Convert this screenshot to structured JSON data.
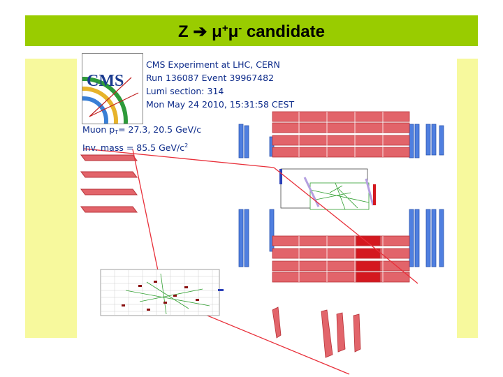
{
  "slide": {
    "title_main": "Z ",
    "title_arrow": "➔",
    "title_mu1": " μ",
    "title_plus": "+",
    "title_mu2": "μ",
    "title_minus": "-",
    "title_tail": " candidate"
  },
  "colors": {
    "title_bar": "#99cc00",
    "side_panel": "#f7f99d",
    "info_text": "#0d2b8a",
    "muon_track": "#e8303a",
    "muon_chamber_blue": "#4f7fe0",
    "muon_chamber_red": "#e2646a"
  },
  "logo": {
    "wordmark": "CMS",
    "icon": "cms-experiment-logo-icon"
  },
  "event_info": {
    "experiment": "CMS Experiment at LHC, CERN",
    "run_event": "Run 136087 Event 39967482",
    "lumi": "Lumi section: 314",
    "datetime": "Mon May 24 2010, 15:31:58 CEST"
  },
  "muon_info": {
    "pt_prefix": "Muon p",
    "pt_sub": "T",
    "pt_values": "= 27.3, 20.5 GeV/c",
    "mass_prefix": "Inv. mass = 85.5 GeV/c",
    "mass_sup": "2"
  }
}
